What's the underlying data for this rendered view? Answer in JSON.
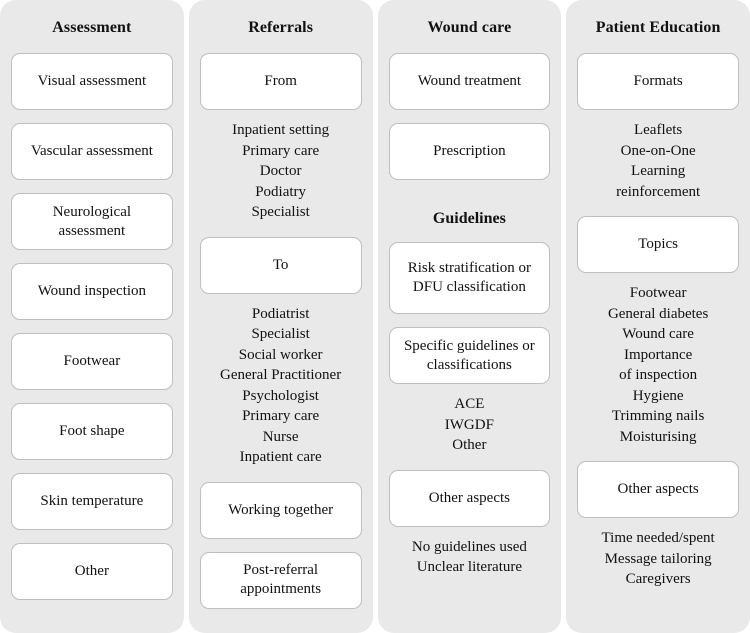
{
  "columns": [
    {
      "title": "Assessment",
      "blocks": [
        {
          "kind": "node",
          "label": "Visual assessment"
        },
        {
          "kind": "node",
          "label": "Vascular assessment"
        },
        {
          "kind": "node",
          "label": "Neurological assessment"
        },
        {
          "kind": "node",
          "label": "Wound inspection"
        },
        {
          "kind": "node",
          "label": "Footwear"
        },
        {
          "kind": "node",
          "label": "Foot shape"
        },
        {
          "kind": "node",
          "label": "Skin temperature"
        },
        {
          "kind": "node",
          "label": "Other"
        }
      ]
    },
    {
      "title": "Referrals",
      "blocks": [
        {
          "kind": "node",
          "label": "From"
        },
        {
          "kind": "list",
          "items": [
            "Inpatient setting",
            "Primary care",
            "Doctor",
            "Podiatry",
            "Specialist"
          ]
        },
        {
          "kind": "node",
          "label": "To"
        },
        {
          "kind": "list",
          "items": [
            "Podiatrist",
            "Specialist",
            "Social worker",
            "General Practitioner",
            "Psychologist",
            "Primary care",
            "Nurse",
            "Inpatient care"
          ]
        },
        {
          "kind": "node",
          "label": "Working together"
        },
        {
          "kind": "node",
          "label": "Post-referral appointments"
        }
      ]
    },
    {
      "title": "Wound care",
      "blocks": [
        {
          "kind": "node",
          "label": "Wound treatment"
        },
        {
          "kind": "node",
          "label": "Prescription"
        },
        {
          "kind": "subtitle",
          "label": "Guidelines"
        },
        {
          "kind": "node3",
          "label": "Risk stratification or DFU classification"
        },
        {
          "kind": "node",
          "label": "Specific guidelines or classifications"
        },
        {
          "kind": "list",
          "items": [
            "ACE",
            "IWGDF",
            "Other"
          ]
        },
        {
          "kind": "node",
          "label": "Other aspects"
        },
        {
          "kind": "list",
          "items": [
            "No guidelines used",
            "Unclear literature"
          ]
        }
      ]
    },
    {
      "title": "Patient Education",
      "blocks": [
        {
          "kind": "node",
          "label": "Formats"
        },
        {
          "kind": "list",
          "items": [
            "Leaflets",
            "One-on-One",
            "Learning",
            "reinforcement"
          ]
        },
        {
          "kind": "node",
          "label": "Topics"
        },
        {
          "kind": "list",
          "items": [
            "Footwear",
            "General diabetes",
            "Wound care",
            "Importance",
            "of inspection",
            "Hygiene",
            "Trimming nails",
            "Moisturising"
          ]
        },
        {
          "kind": "node",
          "label": "Other aspects"
        },
        {
          "kind": "list",
          "items": [
            "Time needed/spent",
            "Message tailoring",
            "Caregivers"
          ]
        }
      ]
    }
  ],
  "colors": {
    "panel_background": "#e9e9e9",
    "node_background": "#ffffff",
    "node_border": "#bfbfbf",
    "text": "#111111",
    "page_background": "#ffffff"
  }
}
